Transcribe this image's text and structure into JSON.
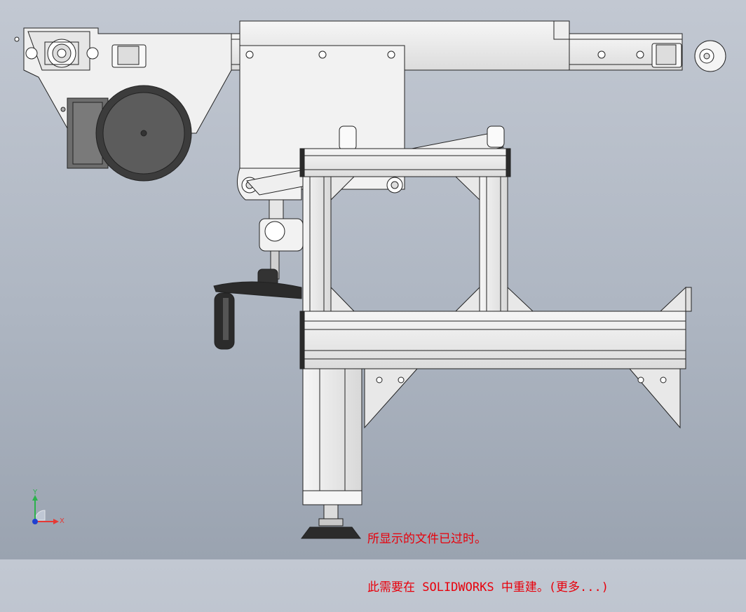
{
  "viewport": {
    "background_top": "#c2c8d2",
    "background_bottom": "#9aa3b0",
    "part_fill": "#eeeeee",
    "part_stroke": "#222222",
    "dark_fill": "#2b2b2b",
    "wheel_fill": "#5c5c5c"
  },
  "message": {
    "line1": "所显示的文件已过时。",
    "line2": "此需要在 SOLIDWORKS 中重建。(更多...)",
    "color": "#e8000b"
  },
  "triad": {
    "x_label": "X",
    "y_label": "Y",
    "x_color": "#e53935",
    "y_color": "#2bb24c",
    "z_color": "#2040d0"
  }
}
